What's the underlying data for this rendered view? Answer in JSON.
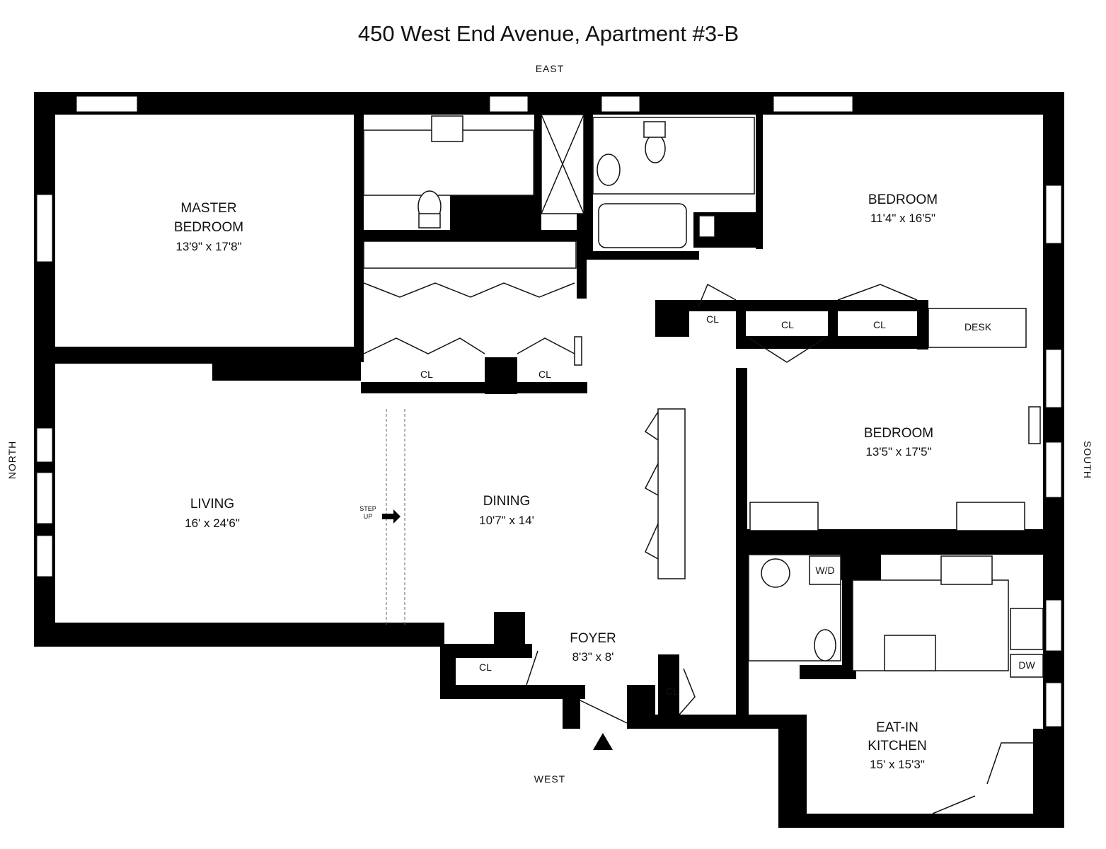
{
  "title": "450 West End Avenue, Apartment #3-B",
  "compass": {
    "east": "EAST",
    "west": "WEST",
    "north": "NORTH",
    "south": "SOUTH"
  },
  "rooms": {
    "master_bedroom": {
      "name_line1": "MASTER",
      "name_line2": "BEDROOM",
      "dims": "13'9\" x 17'8\""
    },
    "bedroom_east": {
      "name": "BEDROOM",
      "dims": "11'4\" x 16'5\""
    },
    "bedroom_south": {
      "name": "BEDROOM",
      "dims": "13'5\" x 17'5\""
    },
    "living": {
      "name": "LIVING",
      "dims": "16' x 24'6\""
    },
    "dining": {
      "name": "DINING",
      "dims": "10'7\" x 14'"
    },
    "foyer": {
      "name": "FOYER",
      "dims": "8'3\" x 8'"
    },
    "kitchen": {
      "name_line1": "EAT-IN",
      "name_line2": "KITCHEN",
      "dims": "15' x 15'3\""
    }
  },
  "labels": {
    "closet": "CL",
    "desk": "DESK",
    "washer_dryer": "W/D",
    "dishwasher": "DW",
    "step_line1": "STEP",
    "step_line2": "UP"
  }
}
